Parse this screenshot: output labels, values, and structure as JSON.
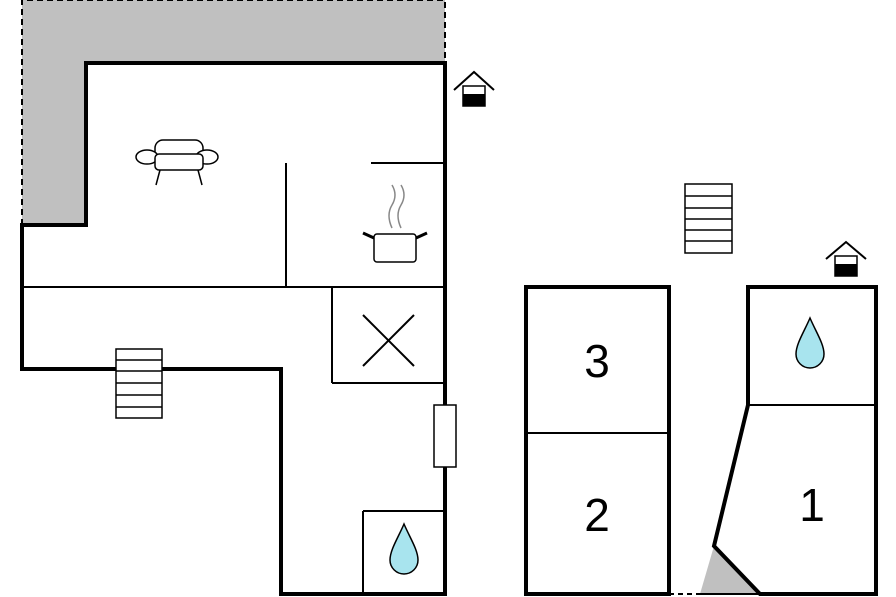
{
  "floorplan": {
    "rooms": [
      {
        "label": "3"
      },
      {
        "label": "2"
      },
      {
        "label": "1"
      }
    ],
    "icons": [
      "sofa-icon",
      "cooking-pot-icon",
      "stairs-icon",
      "entrance-icon",
      "water-drop-icon",
      "window-icon",
      "x-mark-icon"
    ],
    "colors": {
      "terrace": "#c0c0c0",
      "water": "#a8e4ee",
      "walls": "#000000",
      "background": "#ffffff"
    }
  }
}
